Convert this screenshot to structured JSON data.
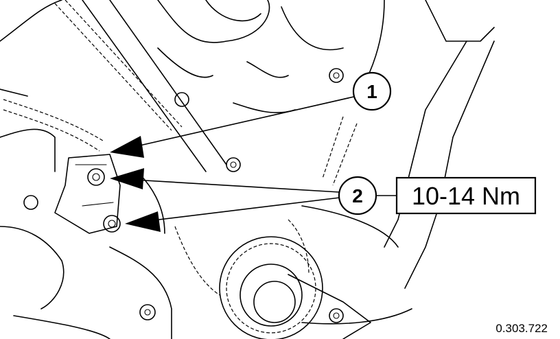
{
  "callouts": [
    {
      "number": "1"
    },
    {
      "number": "2",
      "torque_spec": "10-14 Nm"
    }
  ],
  "figure_reference": "0.303.722"
}
